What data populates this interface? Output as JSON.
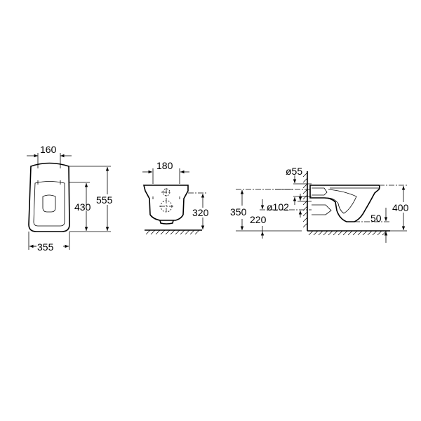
{
  "views": {
    "top": {
      "dims": [
        "160",
        "430",
        "555",
        "355"
      ]
    },
    "front": {
      "dims": [
        "180",
        "320"
      ]
    },
    "side": {
      "dims": [
        "ø55",
        "ø102",
        "350",
        "220",
        "400",
        "50"
      ]
    }
  },
  "colors": {
    "line": "#000000",
    "background": "#ffffff"
  }
}
